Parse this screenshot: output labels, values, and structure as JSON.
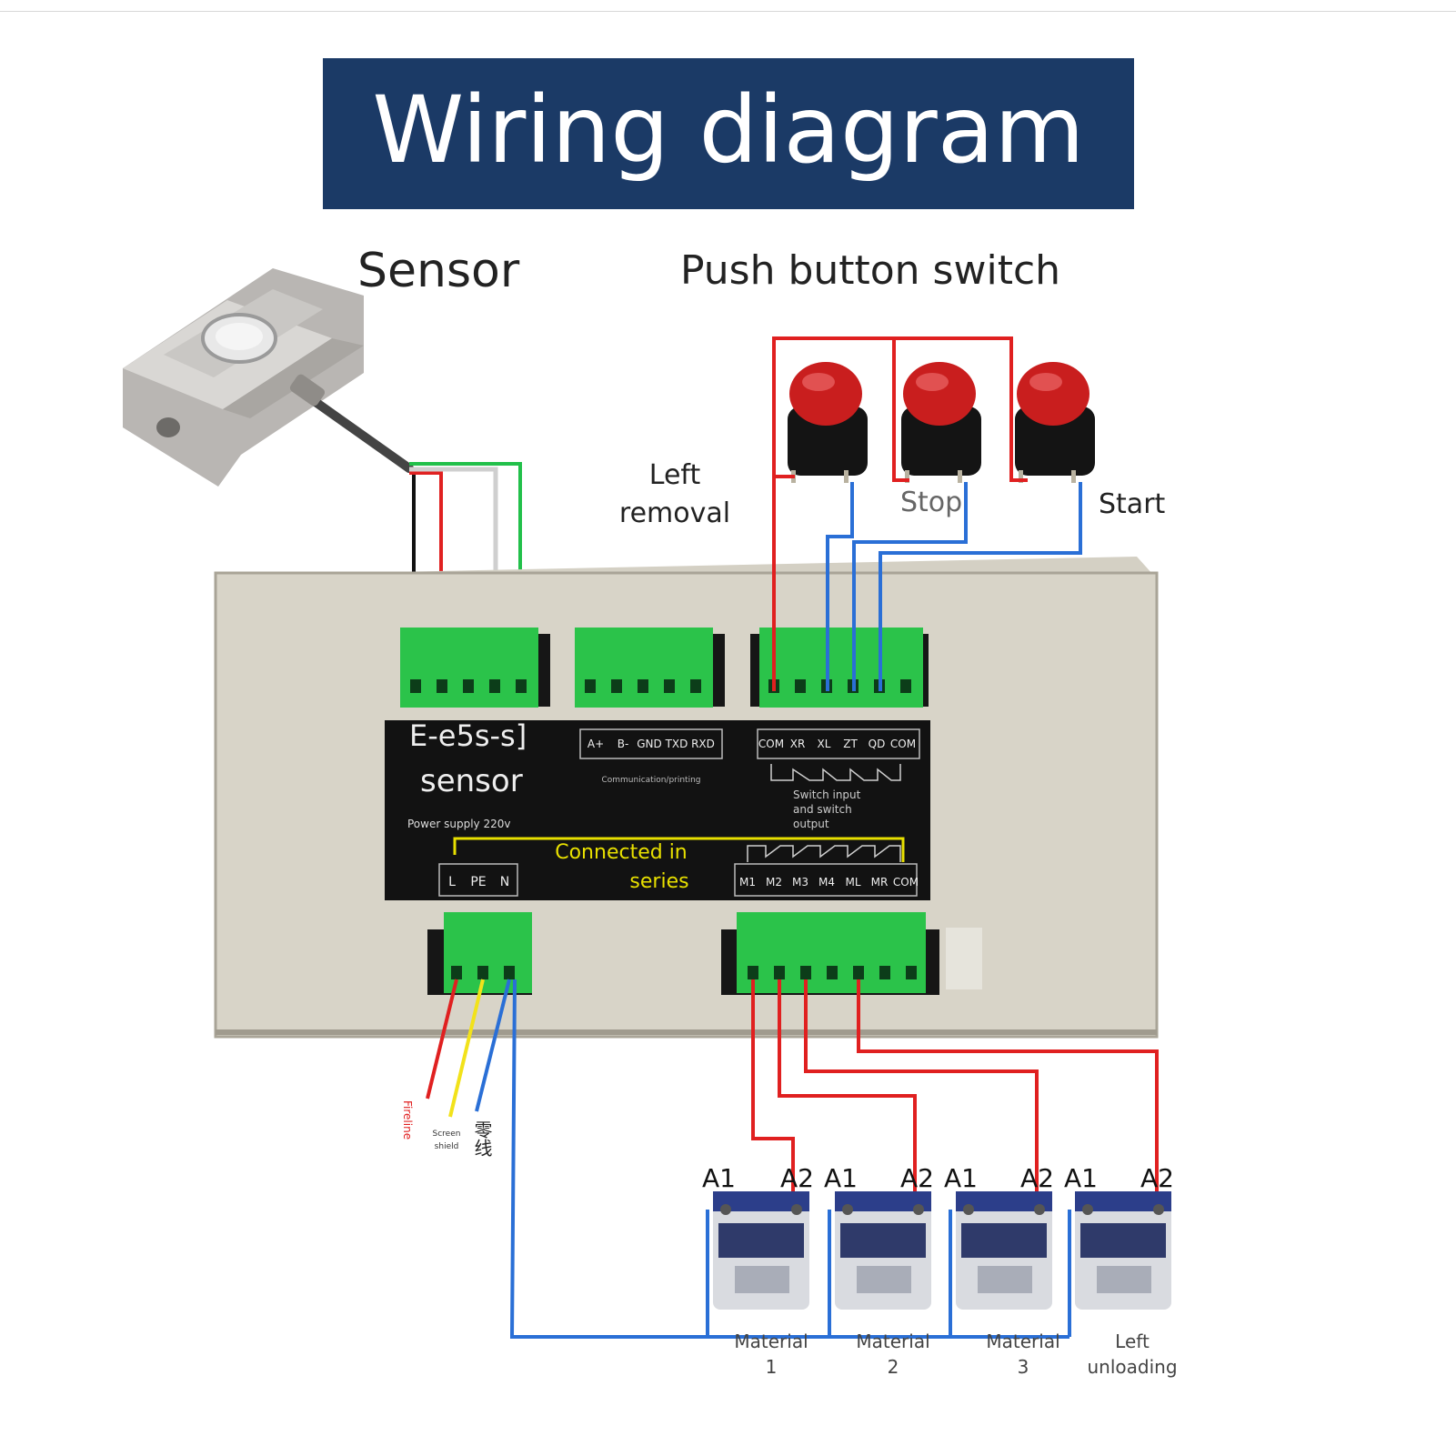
{
  "title": "Wiring diagram",
  "labels": {
    "sensor": "Sensor",
    "push_button_switch": "Push button switch",
    "left_removal_1": "Left",
    "left_removal_2": "removal",
    "stop": "Stop",
    "start": "Start"
  },
  "panel": {
    "model": "E-e5s-s]",
    "model_sub": "sensor",
    "power_supply": "Power supply 220v",
    "comm_terminals": [
      "A+",
      "B-",
      "GND",
      "TXD",
      "RXD"
    ],
    "comm_caption": "Communication/printing",
    "switch_terminals": [
      "COM",
      "XR",
      "XL",
      "ZT",
      "QD",
      "COM"
    ],
    "switch_caption": [
      "Switch input",
      "and switch",
      "output"
    ],
    "power_terminals": [
      "L",
      "PE",
      "N"
    ],
    "output_terminals": [
      "M1",
      "M2",
      "M3",
      "M4",
      "ML",
      "MR",
      "COM"
    ],
    "series_note_1": "Connected in",
    "series_note_2": "series"
  },
  "power_wires": {
    "fire": "Fireline",
    "shield_1": "Screen",
    "shield_2": "shield",
    "neutral": "零线"
  },
  "contactors": [
    {
      "a1": "A1",
      "a2": "A2",
      "label_1": "Material",
      "label_2": "1"
    },
    {
      "a1": "A1",
      "a2": "A2",
      "label_1": "Material",
      "label_2": "2"
    },
    {
      "a1": "A1",
      "a2": "A2",
      "label_1": "Material",
      "label_2": "3"
    },
    {
      "a1": "A1",
      "a2": "A2",
      "label_1": "Left",
      "label_2": "unloading"
    }
  ],
  "colors": {
    "banner": "#1b3a66",
    "terminal_green": "#2bc34a",
    "wire_red": "#e02020",
    "wire_blue": "#2a6fd6",
    "wire_green": "#22c04a",
    "wire_yellow": "#f2e21a",
    "panel_label": "#111111",
    "series_text": "#e8e000"
  }
}
